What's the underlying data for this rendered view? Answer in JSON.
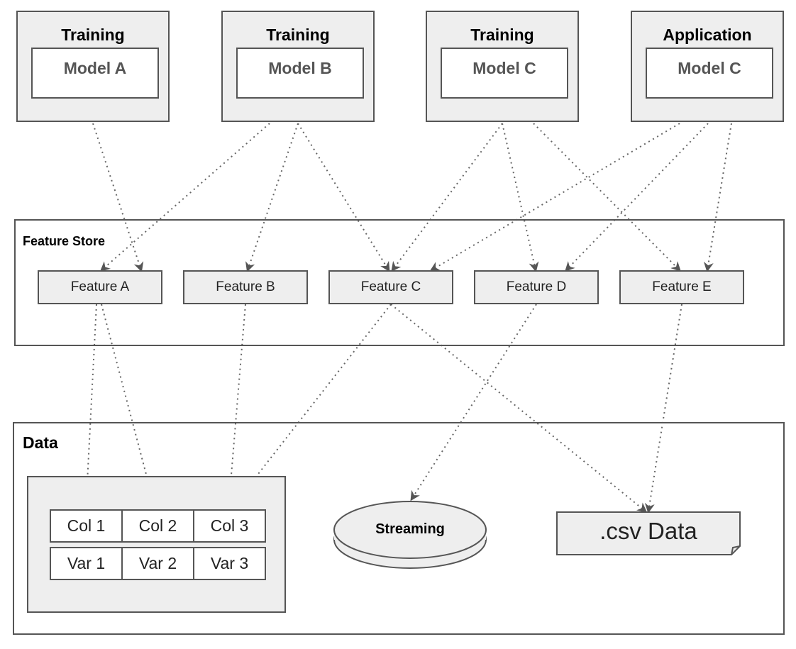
{
  "models": [
    {
      "id": "a",
      "title": "Training",
      "name": "Model A"
    },
    {
      "id": "b",
      "title": "Training",
      "name": "Model B"
    },
    {
      "id": "c",
      "title": "Training",
      "name": "Model C"
    },
    {
      "id": "d",
      "title": "Application",
      "name": "Model C"
    }
  ],
  "feature_store": {
    "title": "Feature Store",
    "features": [
      "Feature A",
      "Feature B",
      "Feature C",
      "Feature D",
      "Feature E"
    ]
  },
  "data": {
    "title": "Data",
    "table": {
      "columns": [
        "Col 1",
        "Col 2",
        "Col 3"
      ],
      "row": [
        "Var 1",
        "Var 2",
        "Var 3"
      ]
    },
    "streaming": "Streaming",
    "csv": ".csv Data"
  },
  "colors": {
    "box_fill": "#eeeeee",
    "border": "#555555",
    "model_name_text": "#555555",
    "connector": "#666666"
  }
}
